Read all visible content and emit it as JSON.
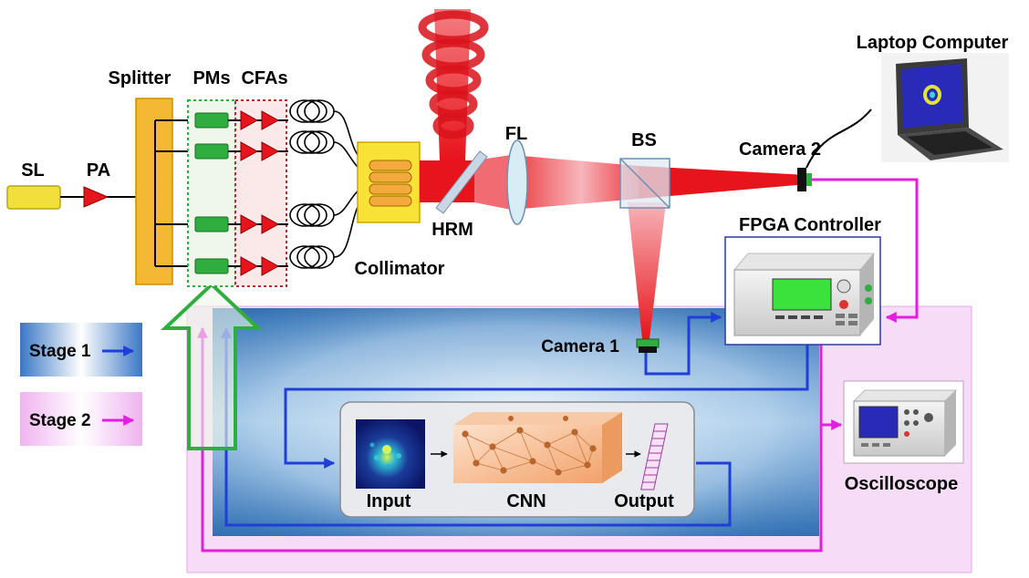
{
  "labels": {
    "sl": "SL",
    "pa": "PA",
    "splitter": "Splitter",
    "pms": "PMs",
    "cfas": "CFAs",
    "collimator": "Collimator",
    "hrm": "HRM",
    "fl": "FL",
    "bs": "BS",
    "camera2": "Camera 2",
    "laptop": "Laptop Computer",
    "fpga": "FPGA Controller",
    "camera1": "Camera 1",
    "oscilloscope": "Oscilloscope",
    "input": "Input",
    "cnn": "CNN",
    "output": "Output"
  },
  "legend": {
    "stage1": "Stage 1",
    "stage2": "Stage 2"
  },
  "colors": {
    "laser_red": "#e8141b",
    "stage1_blue": "#1f3fd6",
    "stage2_magenta": "#e21ee0",
    "splitter_orange": "#f5b833",
    "pm_green": "#2fae3f",
    "sl_yellow": "#f1e03a"
  }
}
